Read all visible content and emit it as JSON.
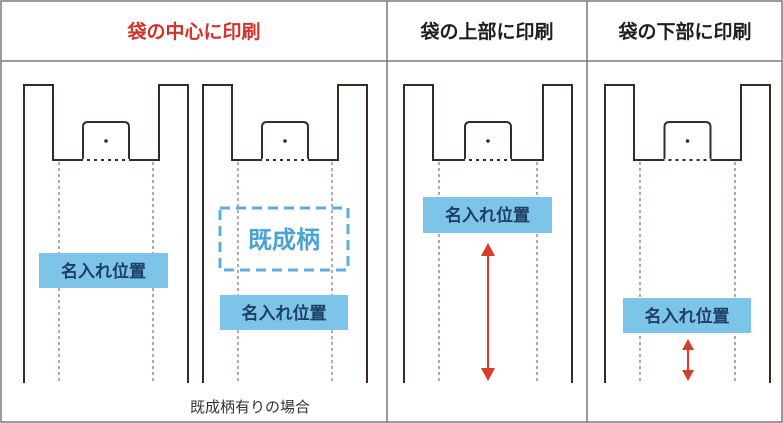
{
  "colors": {
    "border": "#7a7a7a",
    "bag_outline": "#3b2a23",
    "center_header": "#d3312a",
    "header_text": "#1f1f1f",
    "label_fill": "#7cc4e8",
    "label_text": "#1f3f66",
    "legacy_dash": "#5aaee0",
    "legacy_text": "#4aa3d4",
    "arrow": "#d93a2b",
    "dash_line": "#8a6f66"
  },
  "columns": [
    {
      "key": "center",
      "header": "袋の中心に印刷"
    },
    {
      "key": "top",
      "header": "袋の上部に印刷"
    },
    {
      "key": "bottom",
      "header": "袋の下部に印刷"
    }
  ],
  "bags": [
    {
      "label": "名入れ位置"
    },
    {
      "label": "名入れ位置",
      "existing_design": "既成柄",
      "caption": "既成柄有りの場合"
    },
    {
      "label": "名入れ位置"
    },
    {
      "label": "名入れ位置"
    }
  ]
}
